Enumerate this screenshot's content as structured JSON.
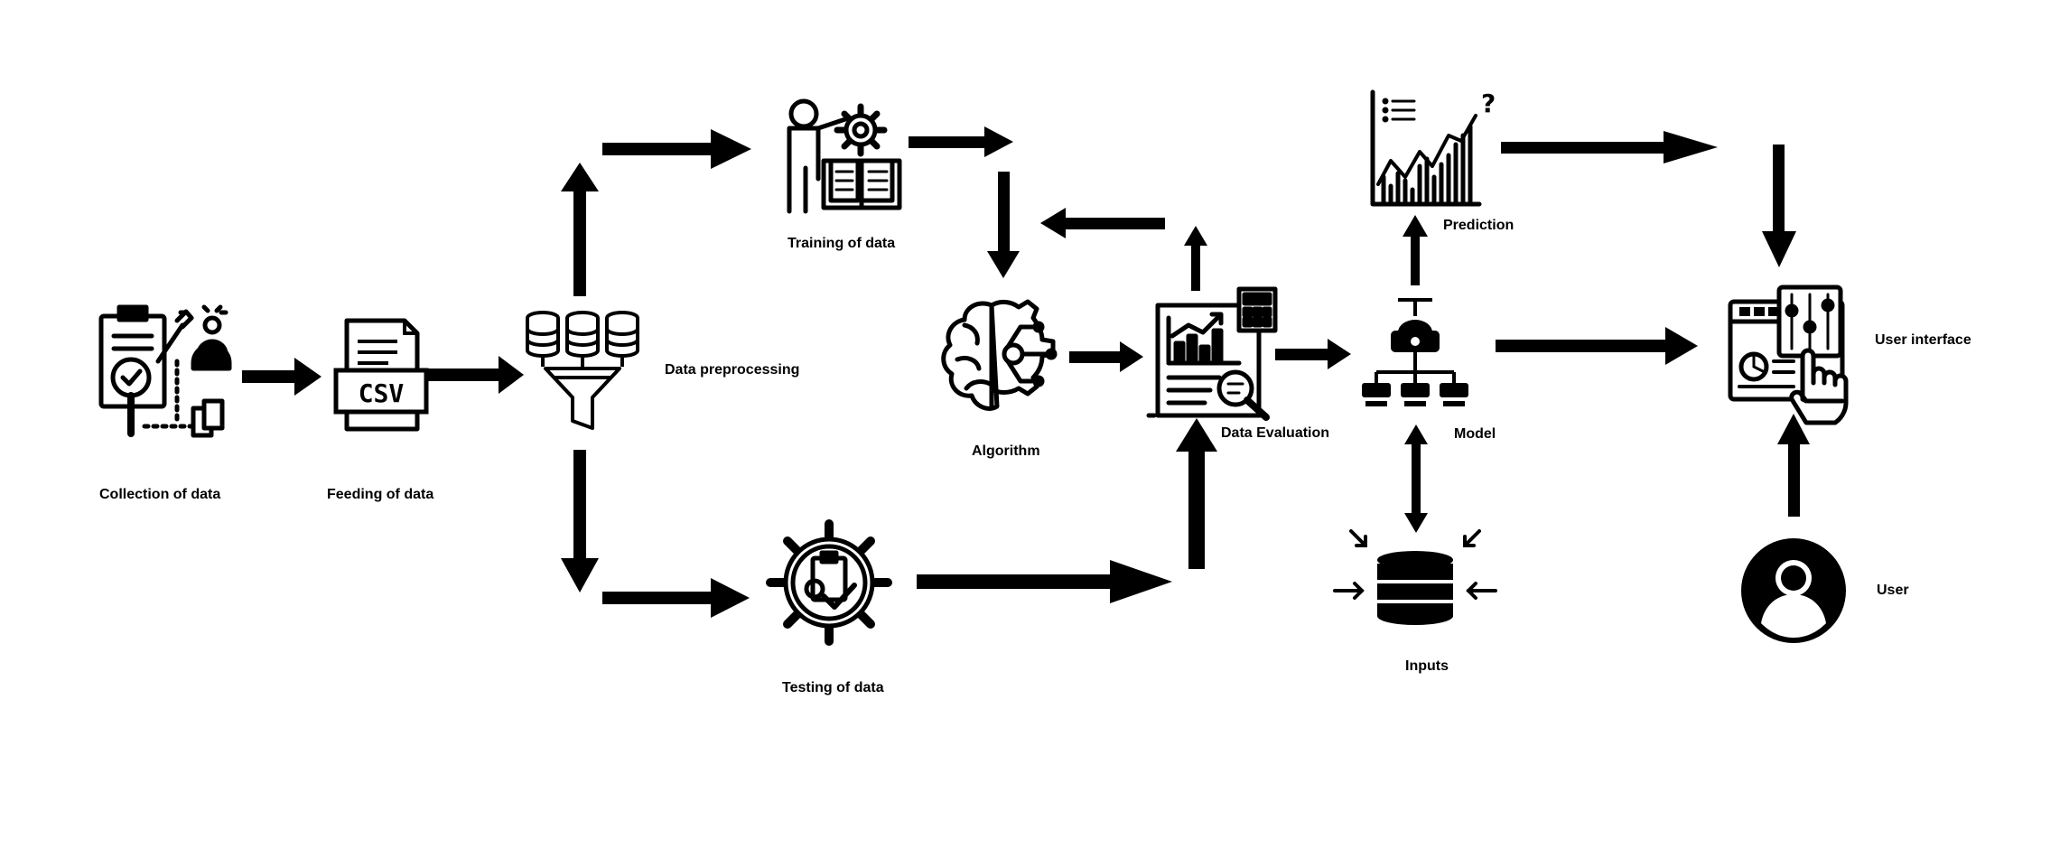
{
  "diagram": {
    "labels": {
      "collection": "Collection of data",
      "feeding": "Feeding of data",
      "preprocessing": "Data preprocessing",
      "training": "Training of data",
      "testing": "Testing of data",
      "algorithm": "Algorithm",
      "evaluation": "Data Evaluation",
      "prediction": "Prediction",
      "model": "Model",
      "inputs": "Inputs",
      "user_interface": "User interface",
      "user": "User"
    },
    "icons": {
      "collection": "clipboard-magnifier-person-icon",
      "feeding": "csv-file-icon",
      "preprocessing": "database-funnel-icon",
      "training": "teacher-gear-book-icon",
      "testing": "gear-clipboard-check-icon",
      "algorithm": "brain-circuit-icon",
      "evaluation": "report-chart-calculator-icon",
      "prediction": "line-chart-question-icon",
      "model": "network-hierarchy-icon",
      "inputs": "database-arrows-icon",
      "user_interface": "dashboard-hand-icon",
      "user": "user-avatar-icon"
    },
    "csv_text": "CSV",
    "question_mark": "?",
    "accent_color": "#000000",
    "background_color": "#ffffff"
  }
}
